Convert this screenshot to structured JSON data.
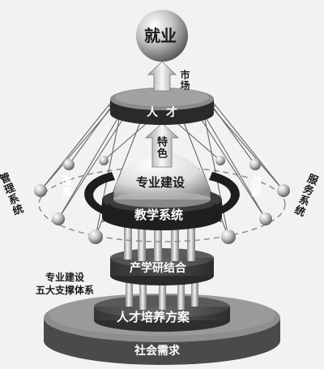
{
  "diagram": {
    "goal": "就业",
    "market": "市场",
    "talent_tier": "人才",
    "feature": "特色",
    "specialty_building": "专业建设",
    "teaching_system": "教学系统",
    "industry_university_research": "产学研结合",
    "talent_training_plan": "人才培养方案",
    "social_demand": "社会需求",
    "management_system": "管理系统",
    "service_system": "服务系统",
    "reform": "改革",
    "innovation": "创新",
    "support_system_caption": "专业建设\n五大支撑体系"
  }
}
